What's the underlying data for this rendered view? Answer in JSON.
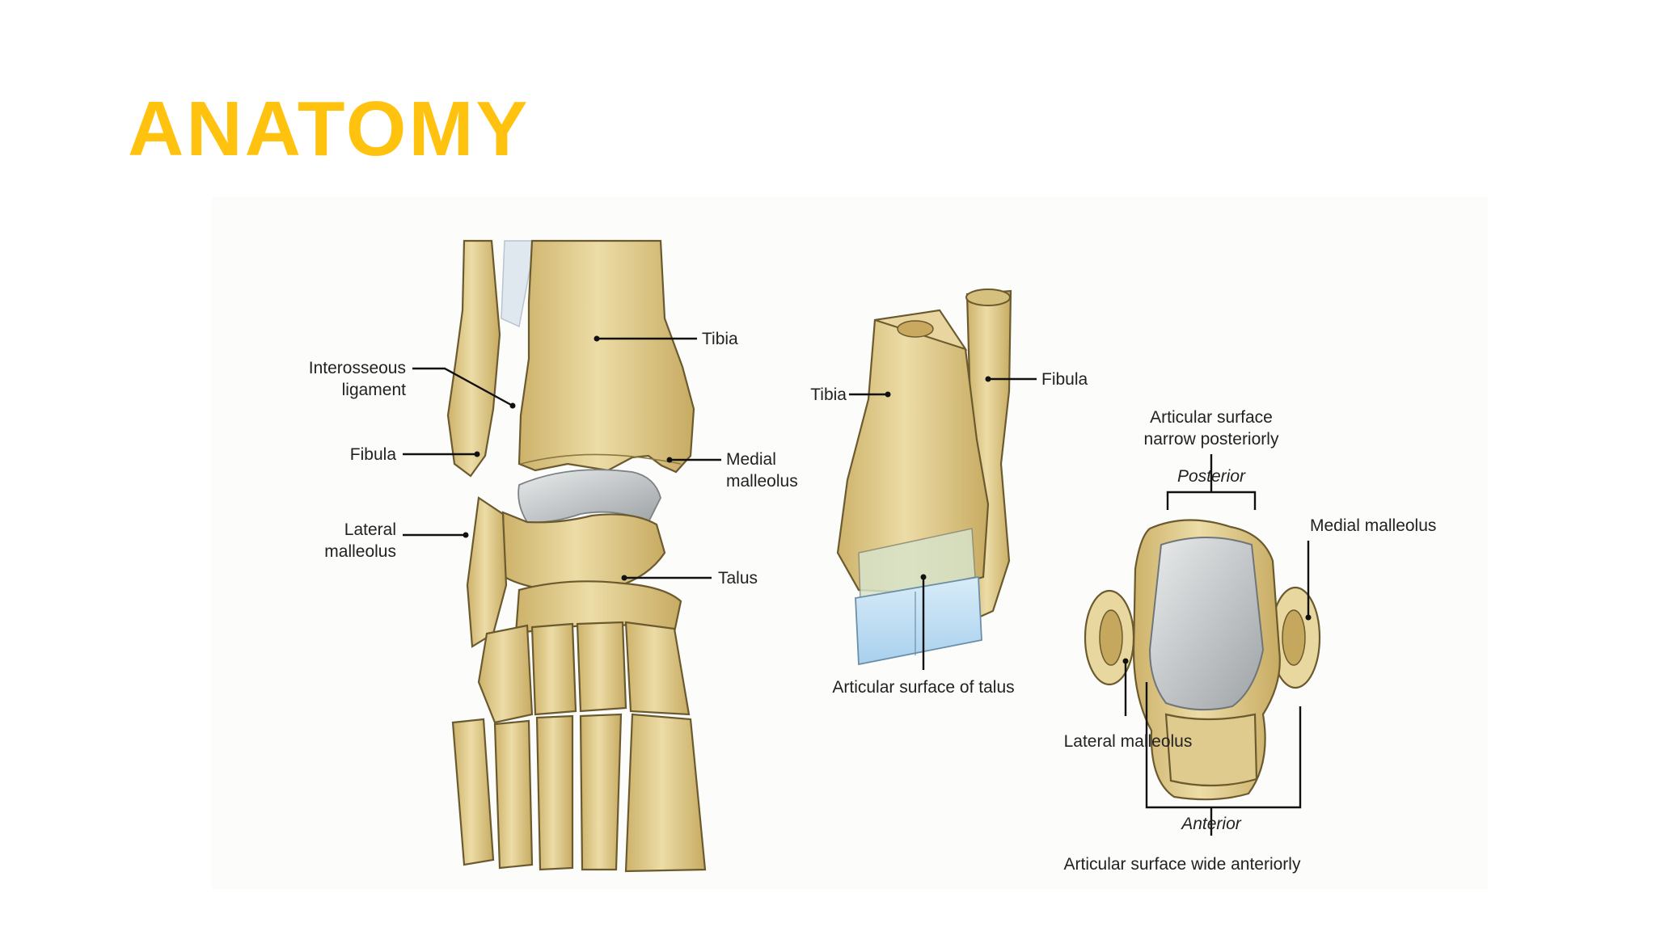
{
  "title": "ANATOMY",
  "colors": {
    "title": "#ffc20e",
    "bone": "#e8d8a0",
    "bone_shade": "#c9b06a",
    "cartilage": "#c8ccce",
    "articular_box": "#b9dbf2"
  },
  "figure": {
    "left_view": {
      "labels": {
        "tibia": "Tibia",
        "interosseous_ligament_1": "Interosseous",
        "interosseous_ligament_2": "ligament",
        "fibula": "Fibula",
        "lateral_malleolus_1": "Lateral",
        "lateral_malleolus_2": "malleolus",
        "medial_malleolus_1": "Medial",
        "medial_malleolus_2": "malleolus",
        "talus": "Talus"
      }
    },
    "middle_view": {
      "labels": {
        "tibia": "Tibia",
        "fibula": "Fibula",
        "articular_surface_of_talus": "Articular surface of talus"
      }
    },
    "right_view": {
      "labels": {
        "narrow_posteriorly_1": "Articular surface",
        "narrow_posteriorly_2": "narrow posteriorly",
        "posterior": "Posterior",
        "medial_malleolus": "Medial malleolus",
        "lateral_malleolus": "Lateral malleolus",
        "anterior": "Anterior",
        "wide_anteriorly": "Articular surface wide anteriorly"
      }
    }
  }
}
